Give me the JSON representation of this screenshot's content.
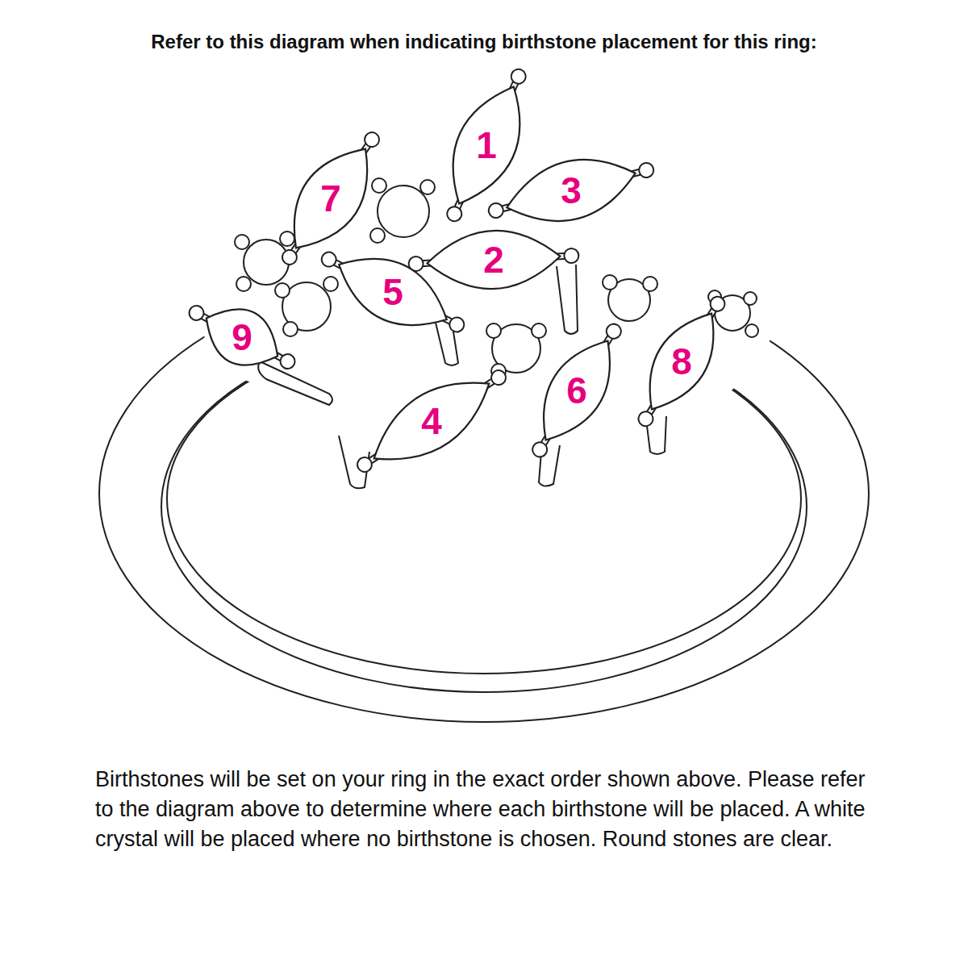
{
  "diagram": {
    "title": "Refer to this diagram when indicating birthstone placement for this ring:",
    "caption": "Birthstones will be set on your ring in the exact order shown above. Please refer to the diagram above to determine where each birthstone will be placed. A white crystal will be placed where no birthstone is chosen. Round stones are clear.",
    "nodes": [
      {
        "text": [
          "1"
        ]
      },
      {
        "text": [
          "3"
        ]
      },
      {
        "text": [
          "7"
        ]
      },
      {
        "text": [
          "2"
        ]
      },
      {
        "text": [
          "5"
        ]
      },
      {
        "text": [
          "9"
        ]
      },
      {
        "text": [
          "8"
        ]
      },
      {
        "text": [
          "6"
        ]
      },
      {
        "text": [
          "4"
        ]
      }
    ]
  }
}
